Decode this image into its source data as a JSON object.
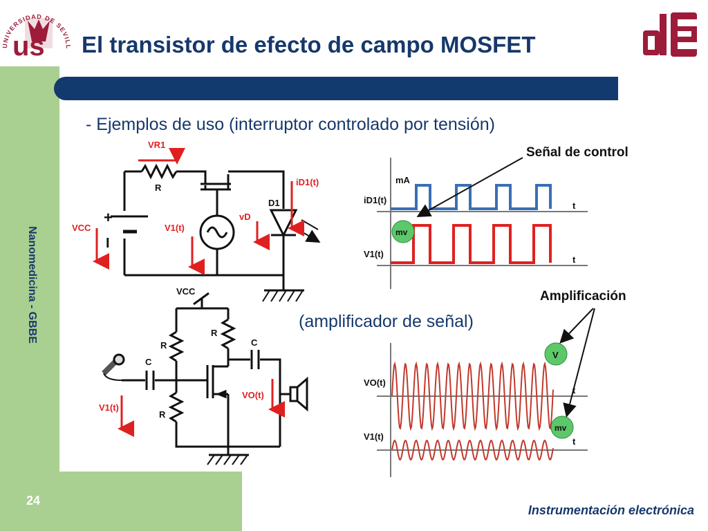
{
  "slide": {
    "title": "El transistor de efecto de campo MOSFET",
    "subtitle": "- Ejemplos de uso (interruptor controlado por tensión)",
    "subtitle2": "(amplificador de señal)",
    "side_label": "Nanomedicina - GBBE",
    "page_number": "24",
    "footer": "Instrumentación electrónica"
  },
  "logos": {
    "university_text": "UNIVERSIDAD DE SEVILLA",
    "university_letters": "us",
    "dept_letters": "dE"
  },
  "colors": {
    "navy": "#123a6e",
    "green": "#a9cf91",
    "red": "#e02020",
    "blue": "#3a6fb5",
    "wave_red": "#c0392b"
  },
  "annotations": {
    "control_signal": "Señal de control",
    "amplification": "Amplificación"
  },
  "circuit1": {
    "vr1": "VR1",
    "r": "R",
    "id1": "iD1(t)",
    "d1": "D1",
    "vd": "vD",
    "vcc": "VCC",
    "v1": "V1(t)",
    "plus": "+",
    "minus": "I"
  },
  "circuit2": {
    "vcc": "VCC",
    "r_top_left": "R",
    "r_top_right": "R",
    "r_bottom": "R",
    "c_in": "C",
    "c_out": "C",
    "vo": "VO(t)",
    "v1": "V1(t)"
  },
  "plot1": {
    "unit_ma": "mA",
    "unit_mv": "mv",
    "id1_label": "iD1(t)",
    "v1_label": "V1(t)",
    "t1": "t",
    "t2": "t"
  },
  "plot2": {
    "unit_v": "V",
    "unit_mv": "mv",
    "vo_label": "VO(t)",
    "v1_label": "V1(t)",
    "t1": "t",
    "t2": "t"
  }
}
